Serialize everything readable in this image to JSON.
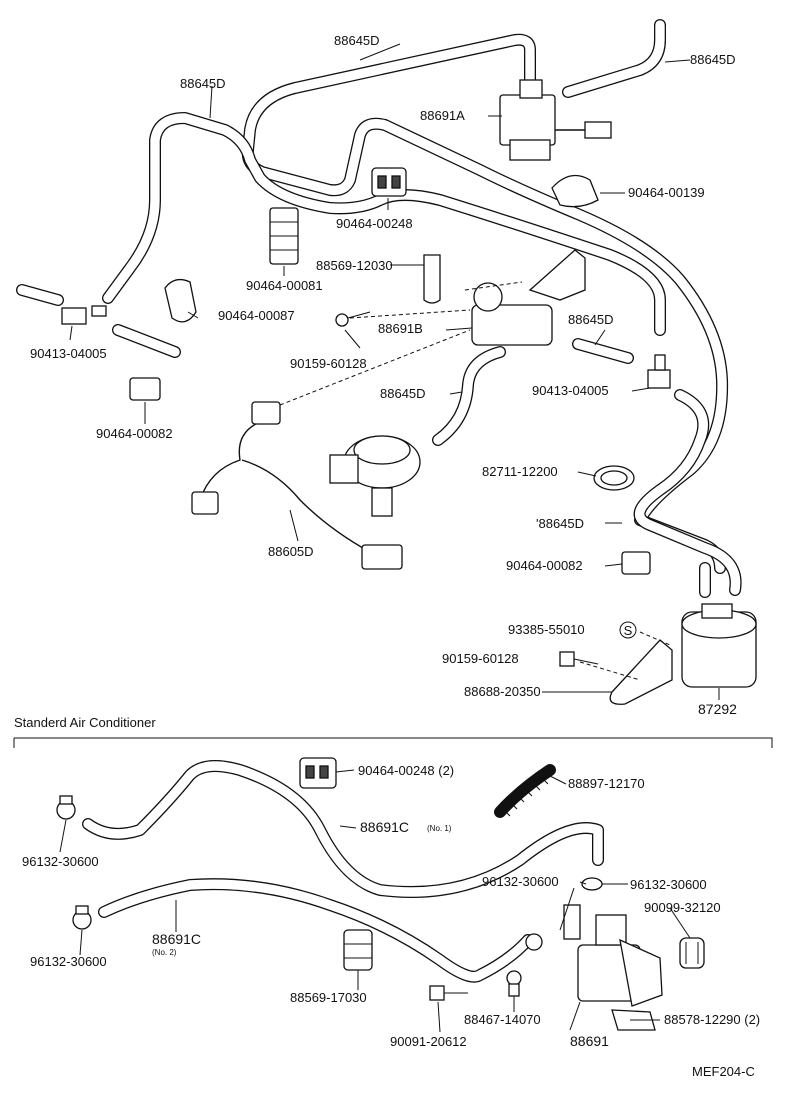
{
  "diagram": {
    "section_title": "Standerd Air Conditioner",
    "drawing_code": "MEF204-C",
    "labels": {
      "l_88645D_top": "88645D",
      "l_88645D_topright": "88645D",
      "l_88645D_left": "88645D",
      "l_88691A": "88691A",
      "l_90464_00139": "90464-00139",
      "l_90464_00248": "90464-00248",
      "l_90464_00081": "90464-00081",
      "l_88569_12030": "88569-12030",
      "l_90464_00087": "90464-00087",
      "l_90159_60128_a": "90159-60128",
      "l_88691B": "88691B",
      "l_88645D_mid": "88645D",
      "l_90413_04005_left": "90413-04005",
      "l_90413_04005_right": "90413-04005",
      "l_88645D_midleft": "88645D",
      "l_90464_00082_left": "90464-00082",
      "l_82711_12200": "82711-12200",
      "l_88645D_lower": "'88645D",
      "l_88605D": "88605D",
      "l_90464_00082_right": "90464-00082",
      "l_93385_55010": "93385-55010",
      "l_90159_60128_b": "90159-60128",
      "l_88688_20350": "88688-20350",
      "l_87292": "87292",
      "l_90464_00248_2": "90464-00248 (2)",
      "l_88897_12170": "88897-12170",
      "l_96132_30600_a": "96132-30600",
      "l_88691C_no1": "88691C",
      "l_88691C_no1_sub": "(No. 1)",
      "l_96132_30600_b": "96132-30600",
      "l_96132_30600_c": "96132-30600",
      "l_90099_32120": "90099-32120",
      "l_96132_30600_d": "96132-30600",
      "l_88691C_no2": "88691C",
      "l_88691C_no2_sub": "(No. 2)",
      "l_88569_17030": "88569-17030",
      "l_88467_14070": "88467-14070",
      "l_88578_12290": "88578-12290 (2)",
      "l_90091_20612": "90091-20612",
      "l_88691": "88691",
      "s_mark": "S"
    }
  }
}
